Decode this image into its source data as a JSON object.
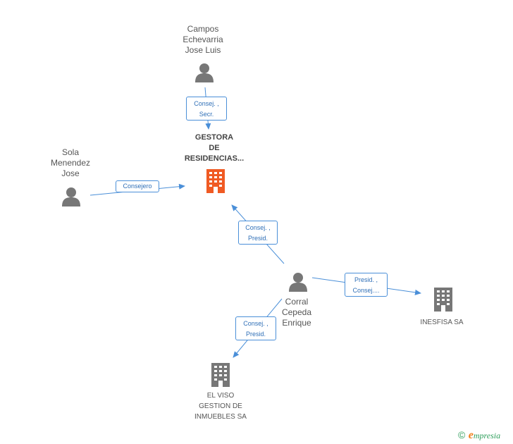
{
  "colors": {
    "edge": "#4a8fd8",
    "person_icon": "#777777",
    "company_icon": "#777777",
    "focus_company_icon": "#f05a23"
  },
  "nodes": {
    "campos": {
      "lines": [
        "Campos",
        "Echevarria",
        "Jose Luis"
      ],
      "icon": "person-icon"
    },
    "sola": {
      "lines": [
        "Sola",
        "Menendez",
        "Jose"
      ],
      "icon": "person-icon"
    },
    "gestora": {
      "lines": [
        "GESTORA",
        "DE",
        "RESIDENCIAS..."
      ],
      "icon": "building-icon"
    },
    "corral": {
      "lines": [
        "Corral",
        "Cepeda",
        "Enrique"
      ],
      "icon": "person-icon"
    },
    "inesfisa": {
      "lines": [
        "INESFISA SA"
      ],
      "icon": "building-icon"
    },
    "elviso": {
      "lines": [
        "EL VISO",
        "GESTION DE",
        "INMUEBLES SA"
      ],
      "icon": "building-icon"
    }
  },
  "edges": {
    "campos_gestora": [
      "Consej. ,",
      "Secr."
    ],
    "sola_gestora": [
      "Consejero"
    ],
    "corral_gestora": [
      "Consej. ,",
      "Presid."
    ],
    "corral_inesfisa": [
      "Presid. ,",
      "Consej...."
    ],
    "corral_elviso": [
      "Consej. ,",
      "Presid."
    ]
  },
  "brand": {
    "copyright": "©",
    "e": "e",
    "rest": "mpresia"
  }
}
